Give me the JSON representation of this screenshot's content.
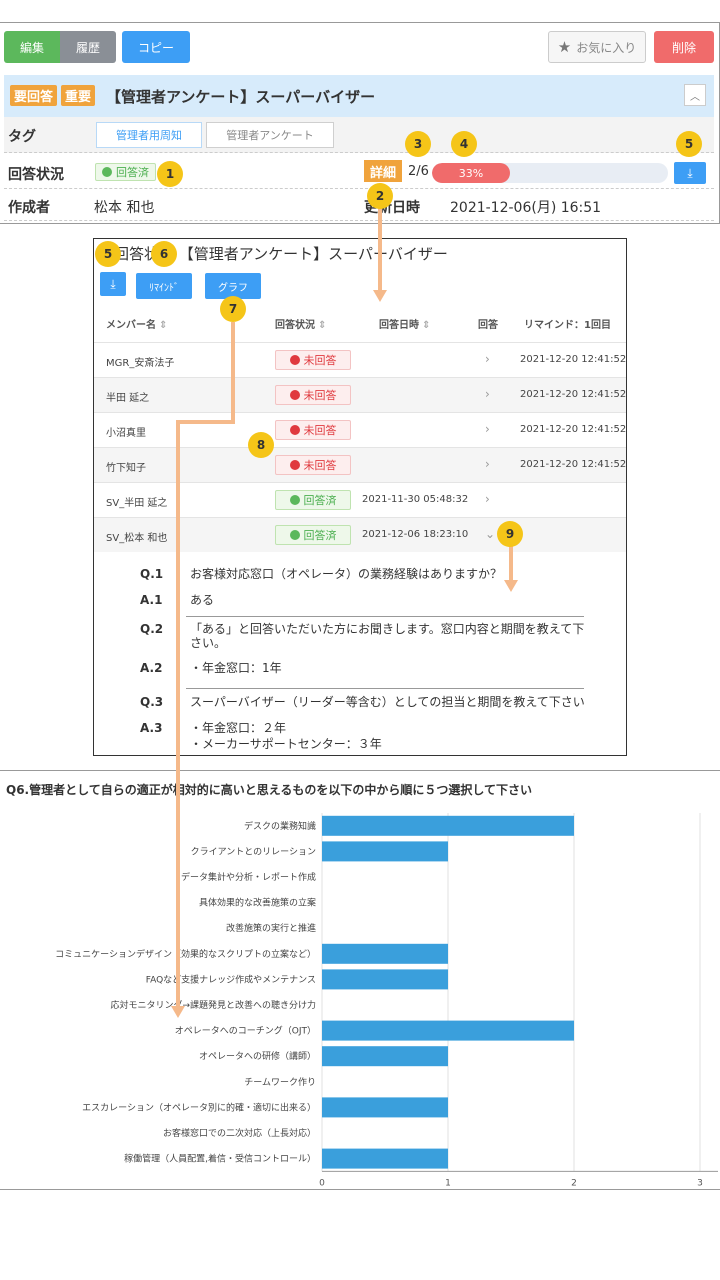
{
  "toolbar": {
    "edit_label": "編集",
    "history_label": "履歴",
    "copy_label": "コピー",
    "favorite_label": "お気に入り",
    "delete_label": "削除"
  },
  "header": {
    "badge_reply": "要回答",
    "badge_important": "重要",
    "title": "【管理者アンケート】スーパーバイザー"
  },
  "info": {
    "tag_label": "タグ",
    "tags": [
      "管理者用周知",
      "管理者アンケート"
    ],
    "status_label": "回答状況",
    "status_value": "回答済",
    "detail_label": "詳細",
    "count": "2/6",
    "progress_text": "33%",
    "progress_fraction": 0.33,
    "author_label": "作成者",
    "author_name": "松本 和也",
    "updated_label": "更新日時",
    "updated_value": "2021-12-06(月) 16:51"
  },
  "answers_panel": {
    "title": "回答状況 【管理者アンケート】スーパーバイザー",
    "remind_label": "ﾘﾏｲﾝﾄﾞ",
    "graph_label": "グラフ",
    "columns": [
      "メンバー名",
      "回答状況",
      "回答日時",
      "回答",
      "リマインド：1回目"
    ],
    "rows": [
      {
        "name": "MGR_安斎法子",
        "status": "未回答",
        "answered": "",
        "remind": "2021-12-20 12:41:52"
      },
      {
        "name": "半田 延之",
        "status": "未回答",
        "answered": "",
        "remind": "2021-12-20 12:41:52"
      },
      {
        "name": "小沼真里",
        "status": "未回答",
        "answered": "",
        "remind": "2021-12-20 12:41:52"
      },
      {
        "name": "竹下知子",
        "status": "未回答",
        "answered": "",
        "remind": "2021-12-20 12:41:52"
      },
      {
        "name": "SV_半田 延之",
        "status": "回答済",
        "answered": "2021-11-30 05:48:32",
        "remind": ""
      },
      {
        "name": "SV_松本 和也",
        "status": "回答済",
        "answered": "2021-12-06 18:23:10",
        "remind": ""
      }
    ],
    "qa": [
      {
        "q_label": "Q.1",
        "q": "お客様対応窓口（オペレータ）の業務経験はありますか？",
        "a_label": "A.1",
        "a": "ある"
      },
      {
        "q_label": "Q.2",
        "q": "「ある」と回答いただいた方にお聞きします。窓口内容と期間を教えて下さい。",
        "a_label": "A.2",
        "a": "・年金窓口：1年"
      },
      {
        "q_label": "Q.3",
        "q": "スーパーバイザー（リーダー等含む）としての担当と期間を教えて下さい",
        "a_label": "A.3",
        "a": "・年金窓口：２年",
        "a2": "・メーカーサポートセンター：３年"
      }
    ]
  },
  "annotations": [
    "1",
    "2",
    "3",
    "4",
    "5",
    "5",
    "6",
    "7",
    "8",
    "9"
  ],
  "colors": {
    "bar": "#3a9fdc",
    "accent": "#3d9ef5",
    "warning": "#f0a33c",
    "danger": "#f06b6b",
    "success": "#5cb85c",
    "annotation": "#f5c518",
    "arrow": "#f5b98a"
  },
  "chart_data": {
    "type": "bar",
    "orientation": "horizontal",
    "title": "Q6.管理者として自らの適正が相対的に高いと思えるものを以下の中から順に５つ選択して下さい",
    "categories": [
      "デスクの業務知識",
      "クライアントとのリレーション",
      "データ集計や分析・レポート作成",
      "具体効果的な改善施策の立案",
      "改善施策の実行と推進",
      "コミュニケーションデザイン（効果的なスクリプトの立案など）",
      "FAQなど支援ナレッジ作成やメンテナンス",
      "応対モニタリング→課題発見と改善への聴き分け力",
      "オペレータへのコーチング（OJT）",
      "オペレータへの研修（講師）",
      "チームワーク作り",
      "エスカレーション（オペレータ別に的確・適切に出来る）",
      "お客様窓口での二次対応（上長対応）",
      "稼働管理（人員配置,着信・受信コントロール）"
    ],
    "values": [
      2,
      1,
      0,
      0,
      0,
      1,
      1,
      0,
      2,
      1,
      0,
      1,
      0,
      1
    ],
    "xlim": [
      0,
      3
    ],
    "xticks": [
      "0",
      "1",
      "2",
      "3"
    ],
    "grid": true
  }
}
